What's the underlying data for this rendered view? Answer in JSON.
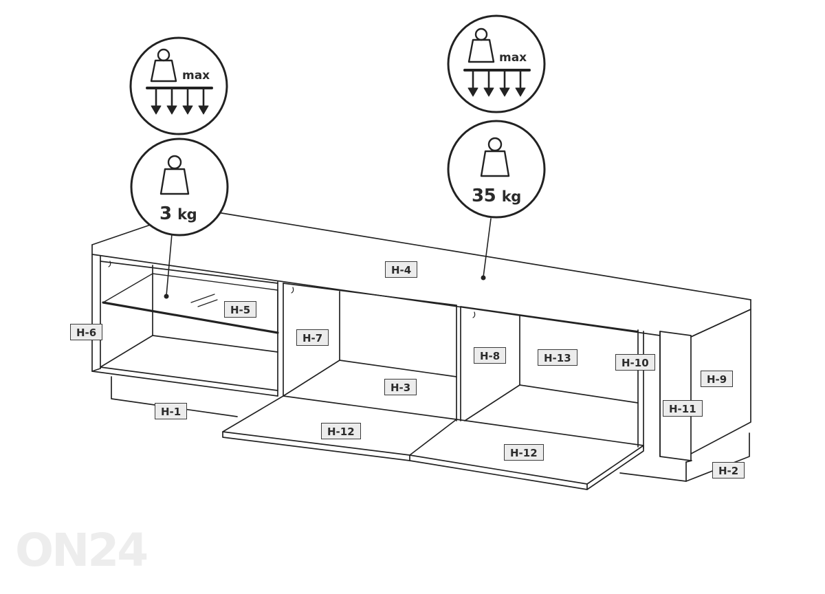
{
  "parts": {
    "h1": "H-1",
    "h2": "H-2",
    "h3": "H-3",
    "h4": "H-4",
    "h5": "H-5",
    "h6": "H-6",
    "h7": "H-7",
    "h8": "H-8",
    "h9": "H-9",
    "h10": "H-10",
    "h11": "H-11",
    "h12_left": "H-12",
    "h12_right": "H-12",
    "h13": "H-13"
  },
  "badges": {
    "shelf": {
      "max_label": "max",
      "weight_value": "3",
      "weight_unit": "kg"
    },
    "top": {
      "max_label": "max",
      "weight_value": "35",
      "weight_unit": "kg"
    }
  },
  "watermark": "ON24",
  "colors": {
    "line": "#222222",
    "label_fill": "#ececec",
    "label_border": "#3a3a3a",
    "watermark": "#ededed"
  }
}
